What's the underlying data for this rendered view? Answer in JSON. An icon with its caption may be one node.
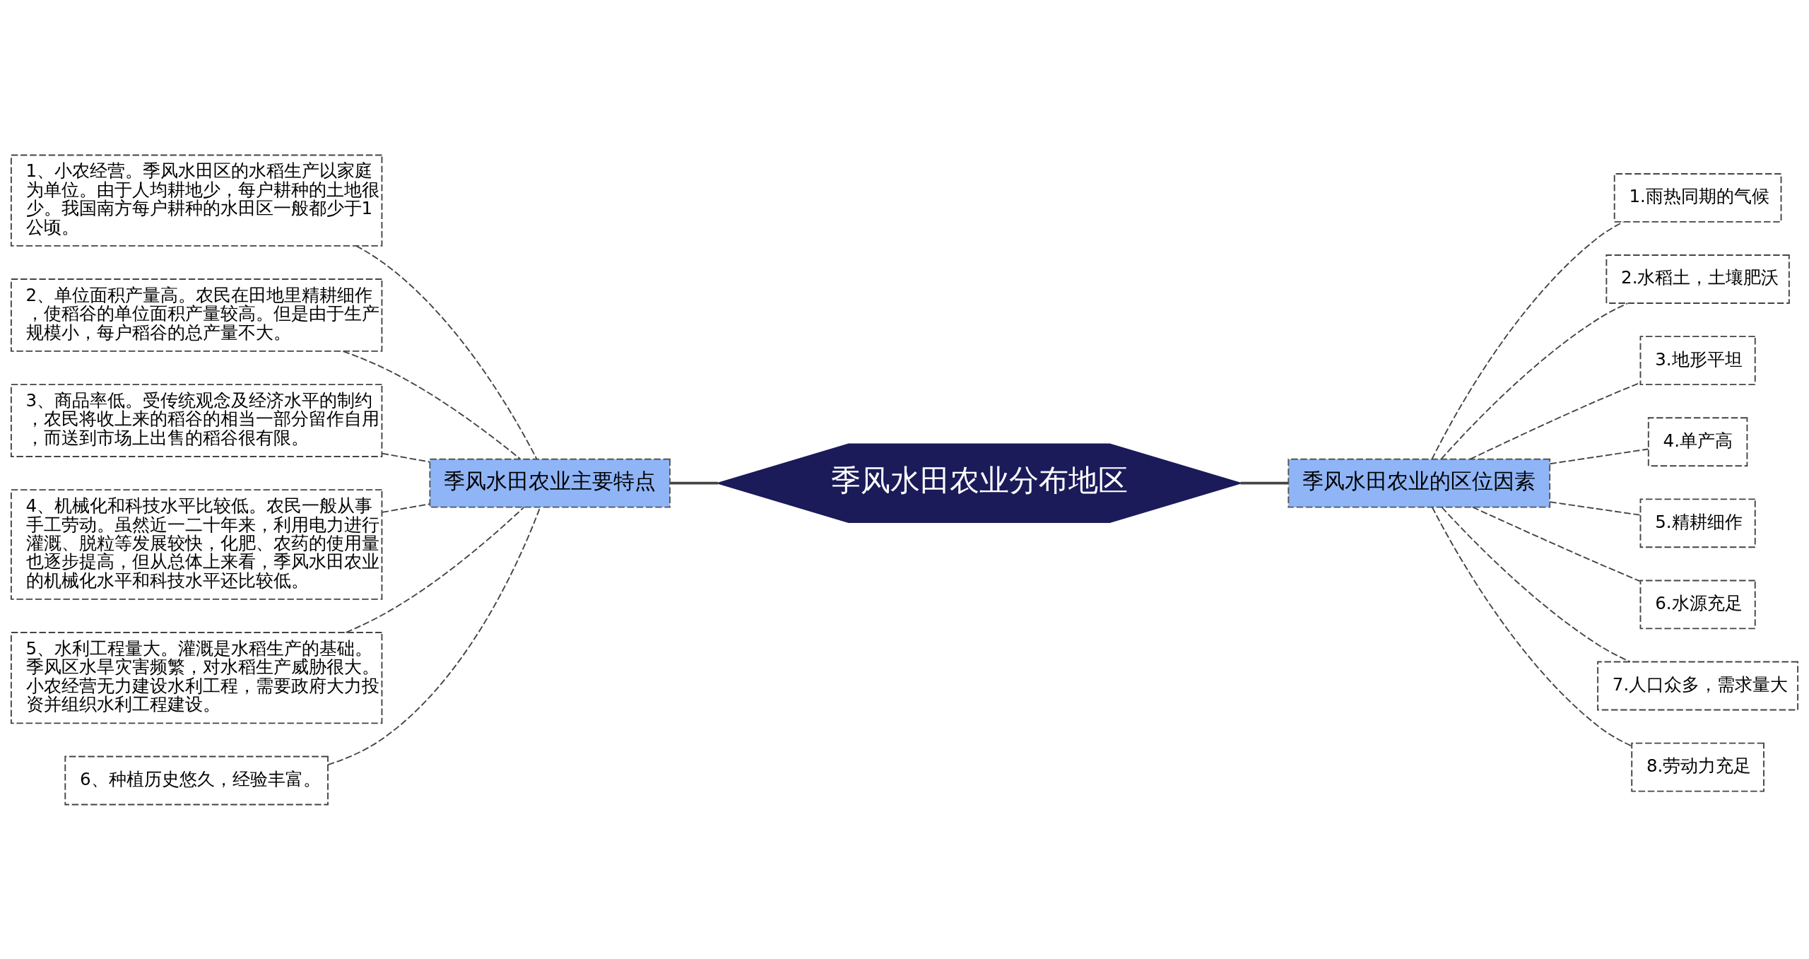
{
  "diagram": {
    "nodes": [
      {
        "text": [
          "季风水田农业分布地区"
        ]
      },
      {
        "text": [
          "季风水田农业主要特点"
        ]
      },
      {
        "text": [
          "季风水田农业的区位因素"
        ]
      },
      {
        "text": [
          "1、小农经营。季风水田区的水稻生产以家庭为单位。由于人均耕地少，每户耕种的土地很少。我国南方每户耕种的水田区一般都少于1公顷。"
        ]
      },
      {
        "text": [
          "2、单位面积产量高。农民在田地里精耕细作，使稻谷的单位面积产量较高。但是由于生产规模小，每户稻谷的总产量不大。"
        ]
      },
      {
        "text": [
          "3、商品率低。受传统观念及经济水平的制约，农民将收上来的稻谷的相当一部分留作自用，而送到市场上出售的稻谷很有限。"
        ]
      },
      {
        "text": [
          "4、机械化和科技水平比较低。农民一般从事手工劳动。虽然近一二十年来，利用电力进行灌溉、脱粒等发展较快，化肥、农药的使用量也逐步提高，但从总体上来看，季风水田农业的机械化水平和科技水平还比较低。"
        ]
      },
      {
        "text": [
          "5、水利工程量大。灌溉是水稻生产的基础。季风区水旱灾害频繁，对水稻生产威胁很大。小农经营无力建设水利工程，需要政府大力投资并组织水利工程建设。"
        ]
      },
      {
        "text": [
          "6、种植历史悠久，经验丰富。"
        ]
      },
      {
        "text": [
          "1.雨热同期的气候"
        ]
      },
      {
        "text": [
          "2.水稻土，土壤肥沃"
        ]
      },
      {
        "text": [
          "3.地形平坦"
        ]
      },
      {
        "text": [
          "4.单产高"
        ]
      },
      {
        "text": [
          "5.精耕细作"
        ]
      },
      {
        "text": [
          "6.水源充足"
        ]
      },
      {
        "text": [
          "7.人口众多，需求量大"
        ]
      },
      {
        "text": [
          "8.劳动力充足"
        ]
      }
    ],
    "edges": [
      {
        "from": 1,
        "to": 0,
        "arrow": "none"
      },
      {
        "from": 0,
        "to": 2,
        "arrow": "none"
      },
      {
        "from": 3,
        "to": 1,
        "arrow": "none",
        "style": "dashed"
      },
      {
        "from": 4,
        "to": 1,
        "arrow": "none",
        "style": "dashed"
      },
      {
        "from": 5,
        "to": 1,
        "arrow": "none",
        "style": "dashed"
      },
      {
        "from": 6,
        "to": 1,
        "arrow": "none",
        "style": "dashed"
      },
      {
        "from": 7,
        "to": 1,
        "arrow": "none",
        "style": "dashed"
      },
      {
        "from": 8,
        "to": 1,
        "arrow": "none",
        "style": "dashed"
      },
      {
        "from": 2,
        "to": 9,
        "arrow": "none",
        "style": "dashed"
      },
      {
        "from": 2,
        "to": 10,
        "arrow": "none",
        "style": "dashed"
      },
      {
        "from": 2,
        "to": 11,
        "arrow": "none",
        "style": "dashed"
      },
      {
        "from": 2,
        "to": 12,
        "arrow": "none",
        "style": "dashed"
      },
      {
        "from": 2,
        "to": 13,
        "arrow": "none",
        "style": "dashed"
      },
      {
        "from": 2,
        "to": 14,
        "arrow": "none",
        "style": "dashed"
      },
      {
        "from": 2,
        "to": 15,
        "arrow": "none",
        "style": "dashed"
      },
      {
        "from": 2,
        "to": 16,
        "arrow": "none",
        "style": "dashed"
      }
    ]
  }
}
